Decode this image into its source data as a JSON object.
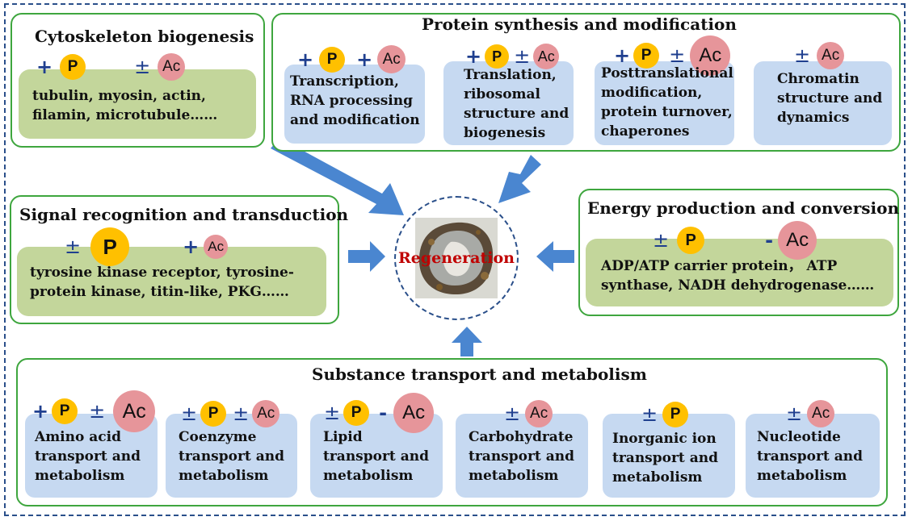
{
  "center": {
    "label": "Regeneration"
  },
  "cytoskeleton": {
    "title": "Cytoskeleton biogenesis",
    "text": [
      "tubulin, myosin, actin,",
      "filamin, microtubule……"
    ]
  },
  "protein": {
    "title": "Protein synthesis and modification",
    "steps": [
      [
        "Transcription,",
        "RNA processing",
        "and modification"
      ],
      [
        "Translation,",
        "ribosomal",
        "structure and",
        "biogenesis"
      ],
      [
        "Posttranslational",
        "modification,",
        "protein turnover,",
        "chaperones"
      ],
      [
        "Chromatin",
        "structure and",
        "dynamics"
      ]
    ]
  },
  "signal": {
    "title": "Signal recognition and transduction",
    "text": [
      "tyrosine kinase receptor, tyrosine-",
      "protein kinase, titin-like, PKG……"
    ]
  },
  "energy": {
    "title": "Energy production and conversion",
    "text": [
      "ADP/ATP carrier protein， ATP",
      "synthase, NADH dehydrogenase……"
    ]
  },
  "substance": {
    "title": "Substance transport and metabolism",
    "items": [
      [
        "Amino acid",
        "transport and",
        "metabolism"
      ],
      [
        "Coenzyme",
        "transport and",
        "metabolism"
      ],
      [
        "Lipid",
        "transport and",
        "metabolism"
      ],
      [
        "Carbohydrate",
        "transport and",
        "metabolism"
      ],
      [
        "Inorganic ion",
        "transport and",
        "metabolism"
      ],
      [
        "Nucleotide",
        "transport and",
        "metabolism"
      ]
    ]
  },
  "symbols": {
    "plus": "+",
    "minus": "-",
    "plus_minus": "±",
    "phospho": "P",
    "acetyl": "Ac"
  },
  "colors": {
    "group_border": "#3ea63e",
    "content_green": "#c3d69b",
    "content_blue": "#c6d9f1",
    "phospho": "#ffc000",
    "acetyl": "#e6959a",
    "arrow": "#4a86d0",
    "frame": "#2a4f8a",
    "regeneration_text": "#c00000"
  },
  "icons": {
    "modification_phospho": "phosphorylation-icon",
    "modification_acetyl": "acetylation-icon",
    "photo": "tissue-photo"
  }
}
